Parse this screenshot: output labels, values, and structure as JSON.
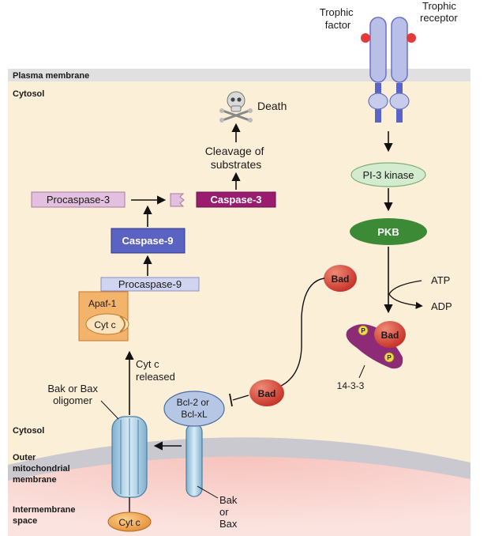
{
  "regions": {
    "plasma_membrane": "Plasma membrane",
    "cytosol_top": "Cytosol",
    "cytosol_bottom": "Cytosol",
    "outer_membrane": [
      "Outer",
      "mitochondrial",
      "membrane"
    ],
    "intermembrane": [
      "Intermembrane",
      "space"
    ]
  },
  "receptor": {
    "factor": [
      "Trophic",
      "factor"
    ],
    "receptor": [
      "Trophic",
      "receptor"
    ]
  },
  "pathway": {
    "pi3k": "PI-3 kinase",
    "pkb": "PKB",
    "bad_free": "Bad",
    "bad_bound": "Bad",
    "bad_inhibit": "Bad",
    "atp": "ATP",
    "adp": "ADP",
    "phospho": "P",
    "chaperone": "14-3-3"
  },
  "apoptosis": {
    "death": "Death",
    "cleavage": [
      "Cleavage of",
      "substrates"
    ],
    "procaspase3": "Procaspase-3",
    "caspase3": "Caspase-3",
    "caspase9": "Caspase-9",
    "procaspase9": "Procaspase-9",
    "apaf1": "Apaf-1",
    "cytc_apaf": "Cyt c",
    "cytc_released": [
      "Cyt c",
      "released"
    ],
    "bak_oligomer": [
      "Bak or Bax",
      "oligomer"
    ],
    "bcl2": [
      "Bcl-2 or",
      "Bcl-xL"
    ],
    "bak_or_bax": [
      "Bak",
      "or",
      "Bax"
    ],
    "cytc_space": "Cyt c"
  },
  "colors": {
    "cytosol_bg": "#fcefd8",
    "membrane_band": "#e0e0e0",
    "receptor": "#b9bfe6",
    "receptor_tail": "#5a63c6",
    "pi3k": "#d3ebce",
    "pkb": "#3d8a36",
    "bad": "#d64a3a",
    "caspase3": "#9a1c6f",
    "caspase9": "#5b63c2",
    "procaspase": "#e3c0e0",
    "procaspase9": "#d0d4ef",
    "apaf": "#f3b36a",
    "cytc": "#f1a14a",
    "channel": "#a8cbe0"
  }
}
